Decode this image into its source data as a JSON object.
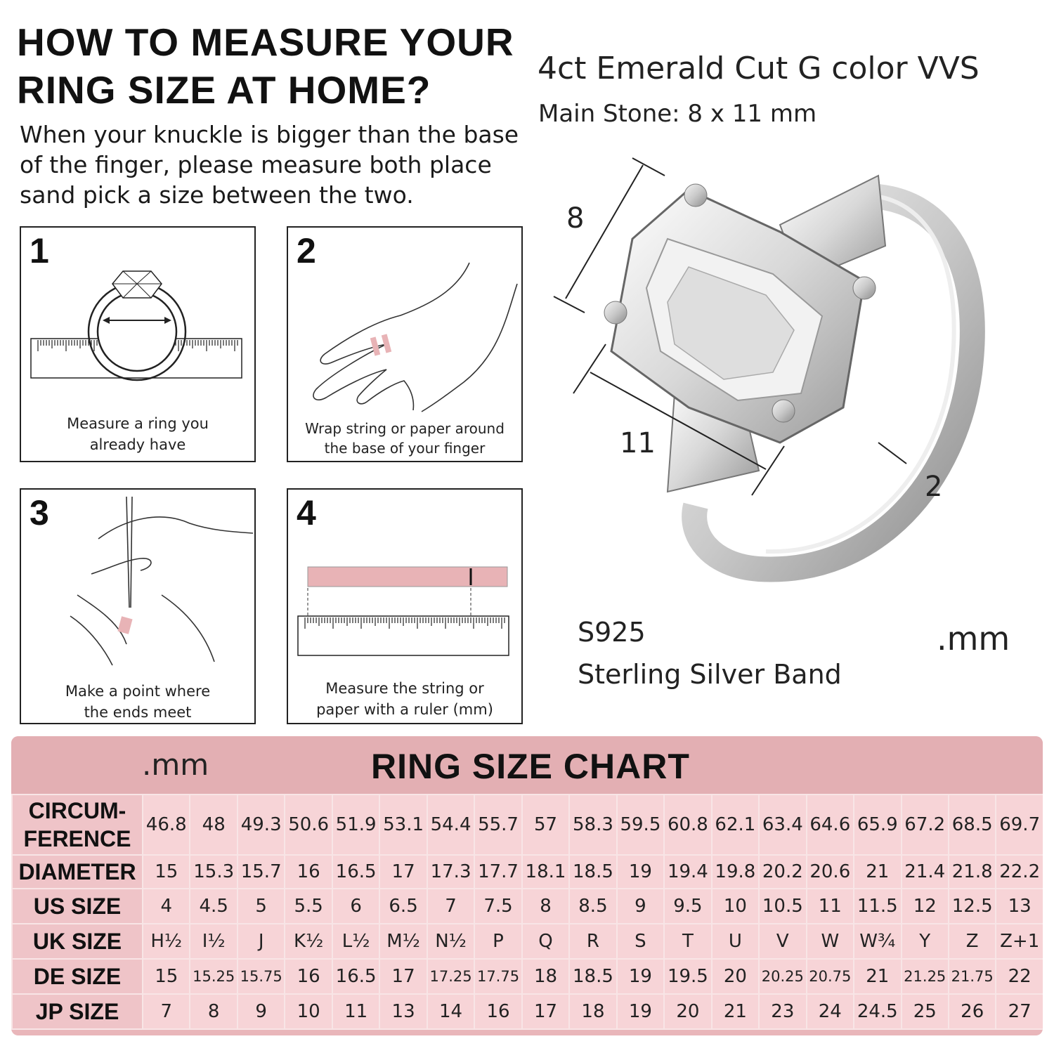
{
  "heading": {
    "line1": "HOW TO MEASURE YOUR",
    "line2": "RING SIZE AT HOME?"
  },
  "intro": "When your knuckle is bigger than the base of the finger, please measure both place sand pick a size between the two.",
  "steps": [
    {
      "number": "1",
      "caption_line1": "Measure a ring you",
      "caption_line2": "already have"
    },
    {
      "number": "2",
      "caption_line1": "Wrap string or paper around",
      "caption_line2": "the base of your finger"
    },
    {
      "number": "3",
      "caption_line1": "Make a point where",
      "caption_line2": "the ends meet"
    },
    {
      "number": "4",
      "caption_line1": "Measure the string or",
      "caption_line2": "paper with a ruler (mm)"
    }
  ],
  "product": {
    "stone_title": "4ct Emerald Cut G color VVS",
    "stone_size": "Main Stone: 8 x 11 mm",
    "dim_width": "8",
    "dim_length": "11",
    "dim_band": "2",
    "metal": "S925",
    "band_label": "Sterling Silver Band",
    "unit_label": ".mm"
  },
  "chart": {
    "unit_label": ".mm",
    "title": "RING SIZE CHART",
    "rows": [
      {
        "label_line1": "CIRCUM-",
        "label_line2": "FERENCE",
        "values": [
          "46.8",
          "48",
          "49.3",
          "50.6",
          "51.9",
          "53.1",
          "54.4",
          "55.7",
          "57",
          "58.3",
          "59.5",
          "60.8",
          "62.1",
          "63.4",
          "64.6",
          "65.9",
          "67.2",
          "68.5",
          "69.7"
        ]
      },
      {
        "label_line1": "DIAMETER",
        "label_line2": "",
        "values": [
          "15",
          "15.3",
          "15.7",
          "16",
          "16.5",
          "17",
          "17.3",
          "17.7",
          "18.1",
          "18.5",
          "19",
          "19.4",
          "19.8",
          "20.2",
          "20.6",
          "21",
          "21.4",
          "21.8",
          "22.2"
        ]
      },
      {
        "label_line1": "US SIZE",
        "label_line2": "",
        "values": [
          "4",
          "4.5",
          "5",
          "5.5",
          "6",
          "6.5",
          "7",
          "7.5",
          "8",
          "8.5",
          "9",
          "9.5",
          "10",
          "10.5",
          "11",
          "11.5",
          "12",
          "12.5",
          "13"
        ]
      },
      {
        "label_line1": "UK SIZE",
        "label_line2": "",
        "values": [
          "H½",
          "I½",
          "J",
          "K½",
          "L½",
          "M½",
          "N½",
          "P",
          "Q",
          "R",
          "S",
          "T",
          "U",
          "V",
          "W",
          "W¾",
          "Y",
          "Z",
          "Z+1"
        ]
      },
      {
        "label_line1": "DE SIZE",
        "label_line2": "",
        "values": [
          "15",
          "15.25",
          "15.75",
          "16",
          "16.5",
          "17",
          "17.25",
          "17.75",
          "18",
          "18.5",
          "19",
          "19.5",
          "20",
          "20.25",
          "20.75",
          "21",
          "21.25",
          "21.75",
          "22"
        ]
      },
      {
        "label_line1": "JP SIZE",
        "label_line2": "",
        "values": [
          "7",
          "8",
          "9",
          "10",
          "11",
          "13",
          "14",
          "16",
          "17",
          "18",
          "19",
          "20",
          "21",
          "23",
          "24",
          "24.5",
          "25",
          "26",
          "27"
        ]
      }
    ]
  },
  "colors": {
    "chart_background": "#e9b6ba",
    "cell_background": "#f7d4d7",
    "accent_pink": "#e8b3b6"
  }
}
